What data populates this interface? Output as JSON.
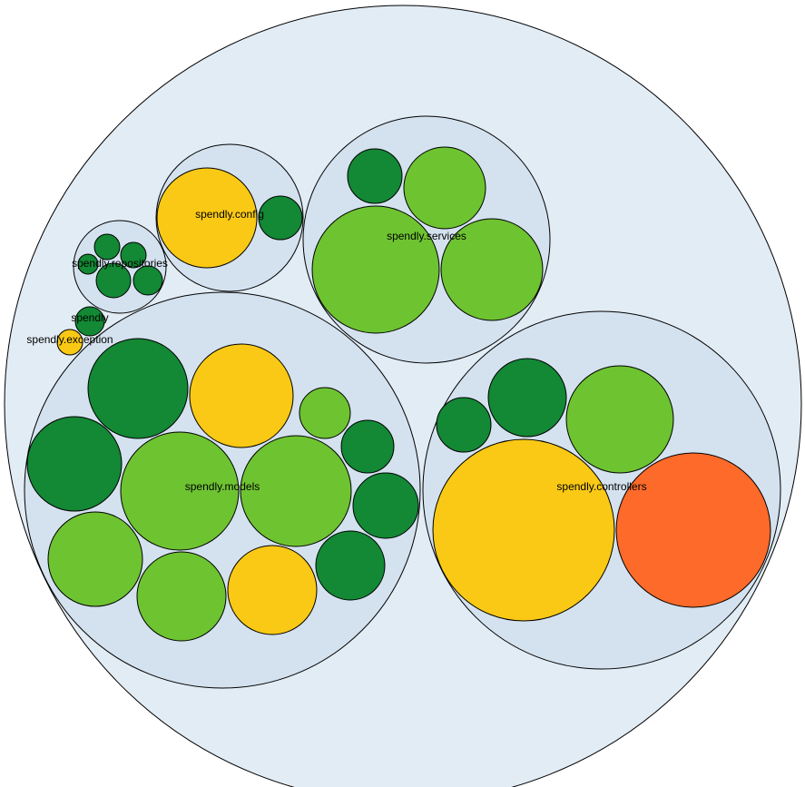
{
  "colors": {
    "root_fill": "#e2ecf5",
    "package_fill": "#d4e2ef",
    "stroke": "#000000",
    "dark_green": "#138835",
    "light_green": "#6ec331",
    "yellow": "#f9c915",
    "orange": "#fd6a29"
  },
  "packages": [
    {
      "id": "spendly",
      "label": "spendly",
      "classes": [
        "dark_green"
      ]
    },
    {
      "id": "exception",
      "label": "spendly.exception",
      "classes": [
        "yellow"
      ]
    },
    {
      "id": "repositories",
      "label": "spendly.repositories",
      "classes": [
        "dark_green",
        "dark_green",
        "dark_green",
        "dark_green",
        "dark_green"
      ]
    },
    {
      "id": "config",
      "label": "spendly.config",
      "classes": [
        "yellow",
        "dark_green"
      ]
    },
    {
      "id": "services",
      "label": "spendly.services",
      "classes": [
        "dark_green",
        "light_green",
        "light_green",
        "light_green"
      ]
    },
    {
      "id": "models",
      "label": "spendly.models",
      "classes": [
        "dark_green",
        "yellow",
        "light_green",
        "dark_green",
        "light_green",
        "light_green",
        "dark_green",
        "dark_green",
        "light_green",
        "light_green",
        "yellow",
        "dark_green"
      ]
    },
    {
      "id": "controllers",
      "label": "spendly.controllers",
      "classes": [
        "dark_green",
        "dark_green",
        "light_green",
        "yellow",
        "orange"
      ]
    }
  ]
}
